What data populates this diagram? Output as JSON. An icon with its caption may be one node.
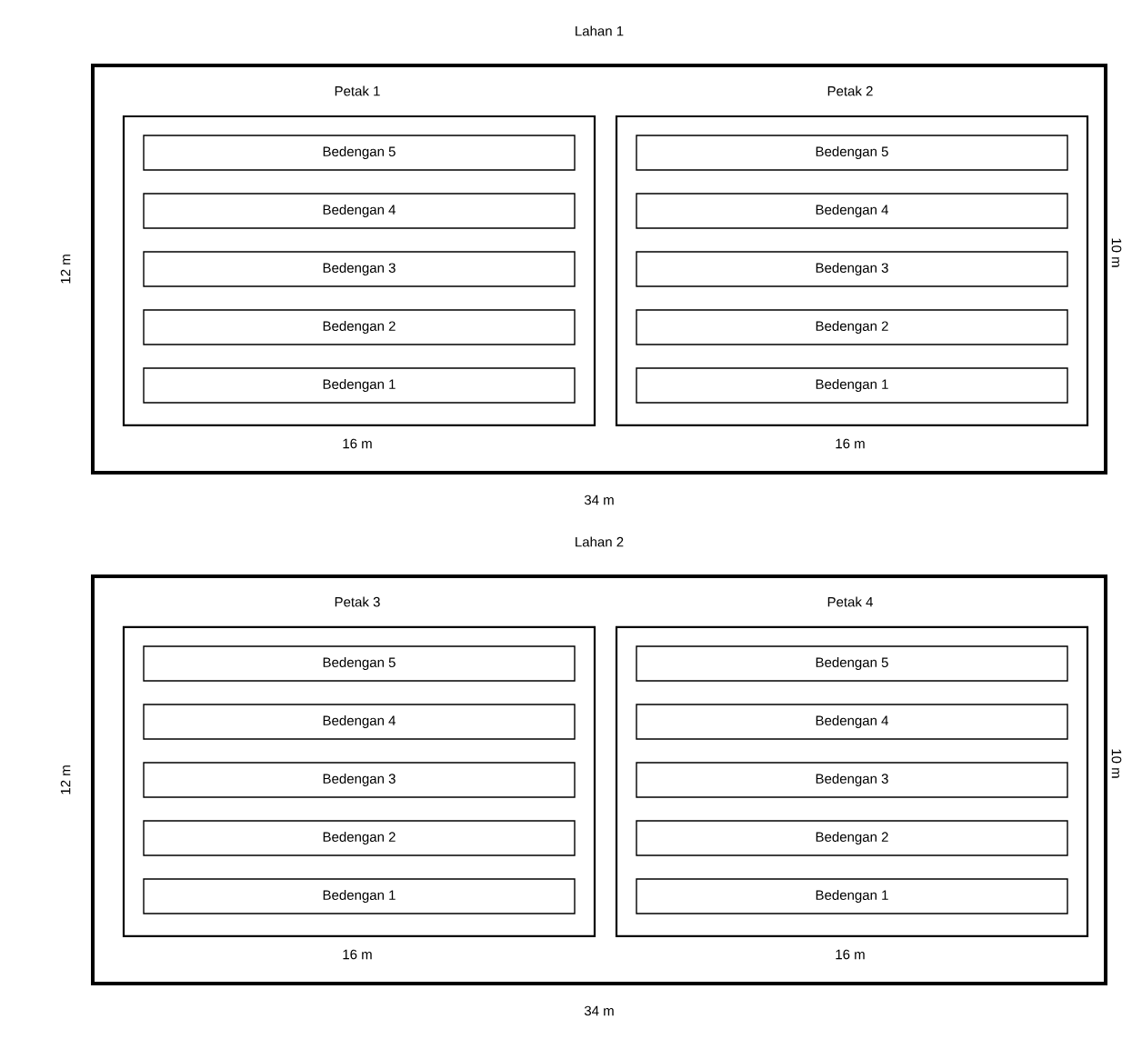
{
  "diagram": {
    "nodes": [
      {
        "text": [
          "Lahan 1"
        ],
        "beside": [
          "12 m",
          "34 m"
        ]
      },
      {
        "text": [
          "Petak 1"
        ],
        "in": 0,
        "beside": [
          "16 m"
        ]
      },
      {
        "text": [
          "Bedengan 5"
        ],
        "in": 1
      },
      {
        "text": [
          "Bedengan 4"
        ],
        "in": 1
      },
      {
        "text": [
          "Bedengan 3"
        ],
        "in": 1
      },
      {
        "text": [
          "Bedengan 2"
        ],
        "in": 1
      },
      {
        "text": [
          "Bedengan 1"
        ],
        "in": 1
      },
      {
        "text": [
          "Petak 2"
        ],
        "in": 0,
        "beside": [
          "16 m",
          "10 m"
        ]
      },
      {
        "text": [
          "Bedengan 5"
        ],
        "in": 7
      },
      {
        "text": [
          "Bedengan 4"
        ],
        "in": 7
      },
      {
        "text": [
          "Bedengan 3"
        ],
        "in": 7
      },
      {
        "text": [
          "Bedengan 2"
        ],
        "in": 7
      },
      {
        "text": [
          "Bedengan 1"
        ],
        "in": 7
      },
      {
        "text": [
          "Lahan 2"
        ],
        "beside": [
          "12 m",
          "34 m"
        ]
      },
      {
        "text": [
          "Petak 3"
        ],
        "in": 13,
        "beside": [
          "16 m"
        ]
      },
      {
        "text": [
          "Bedengan 5"
        ],
        "in": 14
      },
      {
        "text": [
          "Bedengan 4"
        ],
        "in": 14
      },
      {
        "text": [
          "Bedengan 3"
        ],
        "in": 14
      },
      {
        "text": [
          "Bedengan 2"
        ],
        "in": 14
      },
      {
        "text": [
          "Bedengan 1"
        ],
        "in": 14
      },
      {
        "text": [
          "Petak 4"
        ],
        "in": 13,
        "beside": [
          "16 m",
          "10 m"
        ]
      },
      {
        "text": [
          "Bedengan 5"
        ],
        "in": 20
      },
      {
        "text": [
          "Bedengan 4"
        ],
        "in": 20
      },
      {
        "text": [
          "Bedengan 3"
        ],
        "in": 20
      },
      {
        "text": [
          "Bedengan 2"
        ],
        "in": 20
      },
      {
        "text": [
          "Bedengan 1"
        ],
        "in": 20
      }
    ]
  }
}
